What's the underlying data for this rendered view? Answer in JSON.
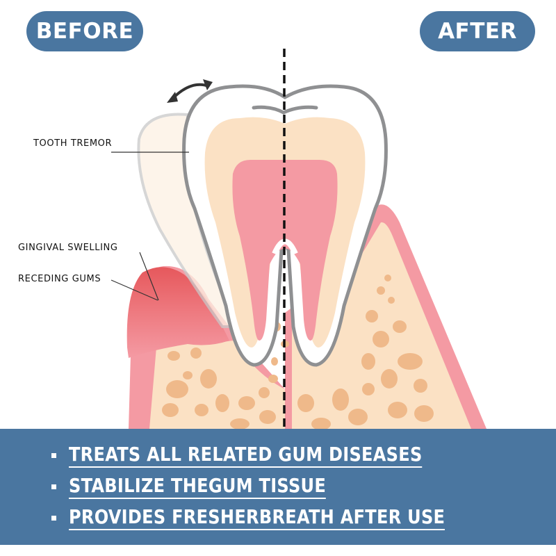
{
  "header": {
    "before_label": "BEFORE",
    "after_label": "AFTER"
  },
  "diagram": {
    "labels": {
      "tooth_tremor": "TOOTH TREMOR",
      "gingival_swelling": "GINGIVAL SWELLING",
      "receding_gums": "RECEDING GUMS"
    },
    "icons": [
      "double-arrow-icon",
      "dashed-divider-line"
    ]
  },
  "benefits": {
    "items": [
      {
        "text": "TREATS ALL RELATED GUM DISEASES"
      },
      {
        "text": "STABILIZE THEGUM TISSUE"
      },
      {
        "text": "PROVIDES FRESHERBREATH AFTER USE"
      }
    ]
  },
  "colors": {
    "accent_blue": "#4a76a0",
    "gum_pink": "#f49aa3",
    "swollen_gum_red": "#e85f63",
    "bone_beige": "#fbe1c4",
    "bone_spot": "#efb98a",
    "enamel_outline": "#8f9092"
  }
}
